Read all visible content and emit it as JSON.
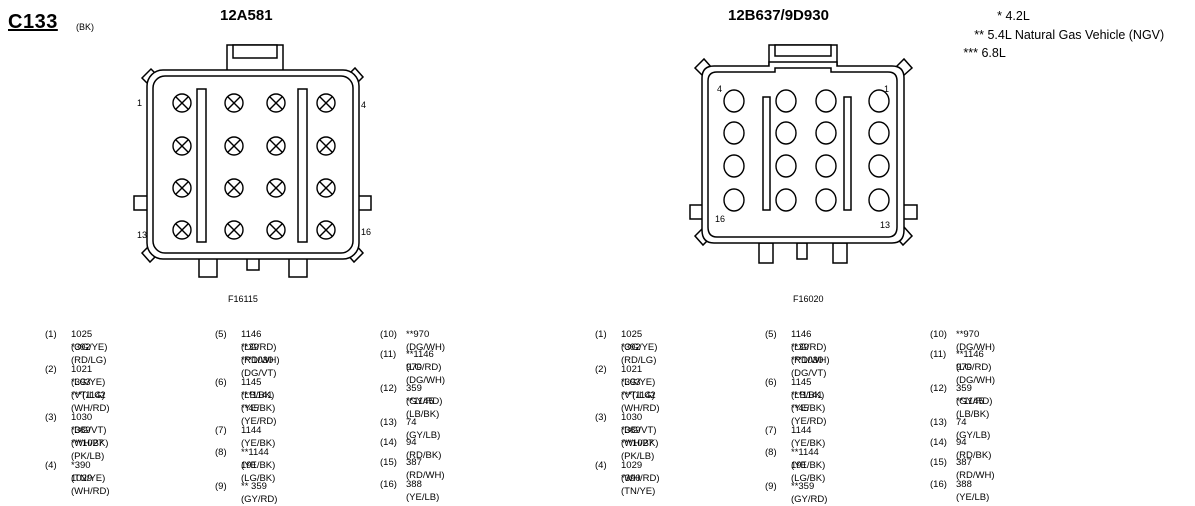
{
  "connector": {
    "id": "C133",
    "color": "(BK)"
  },
  "left": {
    "part_number": "12A581",
    "figure_id": "F16115",
    "pin_labels": {
      "p1": "1",
      "p4": "4",
      "p13": "13",
      "p16": "16"
    }
  },
  "right": {
    "part_number": "12B637/9D930",
    "figure_id": "F16020",
    "pin_labels": {
      "p1": "1",
      "p4": "4",
      "p13": "13",
      "p16": "16"
    }
  },
  "legend": [
    {
      "marker": "*",
      "text": "4.2L"
    },
    {
      "marker": "**",
      "text": "5.4L Natural Gas Vehicle (NGV)"
    },
    {
      "marker": "***",
      "text": "6.8L"
    }
  ],
  "pins_left": [
    {
      "n": "(1)",
      "lines": [
        "1025 (OG/YE)",
        "*392 (RD/LG)"
      ]
    },
    {
      "n": "(2)",
      "lines": [
        "1021 (LG/YE)",
        "*393 (VT/LG)",
        "***(1142 (WH/RD)"
      ]
    },
    {
      "n": "(3)",
      "lines": [
        "1030 (DG/VT)",
        "*389 (WH/BK)",
        "***1027 (PK/LB)"
      ]
    },
    {
      "n": "(4)",
      "lines": [
        "*390 (TN/YE)",
        "1029 (WH/RD)"
      ]
    },
    {
      "n": "(5)",
      "lines": [
        "1146 (LG/RD)",
        "**39 (RD/WH)",
        "***1030 (DG/VT)"
      ]
    },
    {
      "n": "(6)",
      "lines": [
        "1145 (LB/BK)",
        "***1141 (YE/BK)",
        "**45 (YE/RD)"
      ]
    },
    {
      "n": "(7)",
      "lines": [
        "1144 (YE/BK)"
      ]
    },
    {
      "n": "(8)",
      "lines": [
        "**1144 (YE/BK)",
        "191 (LG/BK)"
      ]
    },
    {
      "n": "(9)",
      "lines": [
        "** 359 (GY/RD)"
      ]
    },
    {
      "n": "(10)",
      "lines": [
        "**970 (DG/WH)"
      ]
    },
    {
      "n": "(11)",
      "lines": [
        "**1146 (LG/RD)",
        "970 (DG/WH)"
      ]
    },
    {
      "n": "(12)",
      "lines": [
        "359 (GY/RD)",
        "**1145 (LB/BK)"
      ]
    },
    {
      "n": "(13)",
      "lines": [
        "74 (GY/LB)"
      ]
    },
    {
      "n": "(14)",
      "lines": [
        "94 (RD/BK)"
      ]
    },
    {
      "n": "(15)",
      "lines": [
        "387 (RD/WH)"
      ]
    },
    {
      "n": "(16)",
      "lines": [
        "388 (YE/LB)"
      ]
    }
  ],
  "pins_right": [
    {
      "n": "(1)",
      "lines": [
        "1025 (OG/YE)",
        "*392 (RD/LG)"
      ]
    },
    {
      "n": "(2)",
      "lines": [
        "1021 (LG/YE)",
        "*393 (VT/LG)",
        "***(1142 (WH/RD)"
      ]
    },
    {
      "n": "(3)",
      "lines": [
        "1030 (DG/VT)",
        "*389 (WH/BK)",
        "***1027 (PK/LB)"
      ]
    },
    {
      "n": "(4)",
      "lines": [
        "1029 (WH/RD)",
        "*390 (TN/YE)"
      ]
    },
    {
      "n": "(5)",
      "lines": [
        "1146 (LG/RD)",
        "**39 (RD/WH)",
        "***1030 (DG/VT)"
      ]
    },
    {
      "n": "(6)",
      "lines": [
        "1145 (LB/BK)",
        "***1141 (YE/BK)",
        "**45 (YE/RD)"
      ]
    },
    {
      "n": "(7)",
      "lines": [
        "1144 (YE/BK)"
      ]
    },
    {
      "n": "(8)",
      "lines": [
        "**1144 (YE/BK)",
        "191 (LG/BK)"
      ]
    },
    {
      "n": "(9)",
      "lines": [
        "**359 (GY/RD)"
      ]
    },
    {
      "n": "(10)",
      "lines": [
        "**970 (DG/WH)"
      ]
    },
    {
      "n": "(11)",
      "lines": [
        "**1146 (LG/RD)",
        "970 (DG/WH)"
      ]
    },
    {
      "n": "(12)",
      "lines": [
        "359 (GY/RD)",
        "**1145 (LB/BK)"
      ]
    },
    {
      "n": "(13)",
      "lines": [
        "74 (GY/LB)"
      ]
    },
    {
      "n": "(14)",
      "lines": [
        "94 (RD/BK)"
      ]
    },
    {
      "n": "(15)",
      "lines": [
        "387 (RD/WH)"
      ]
    },
    {
      "n": "(16)",
      "lines": [
        "388 (YE/LB)"
      ]
    }
  ]
}
